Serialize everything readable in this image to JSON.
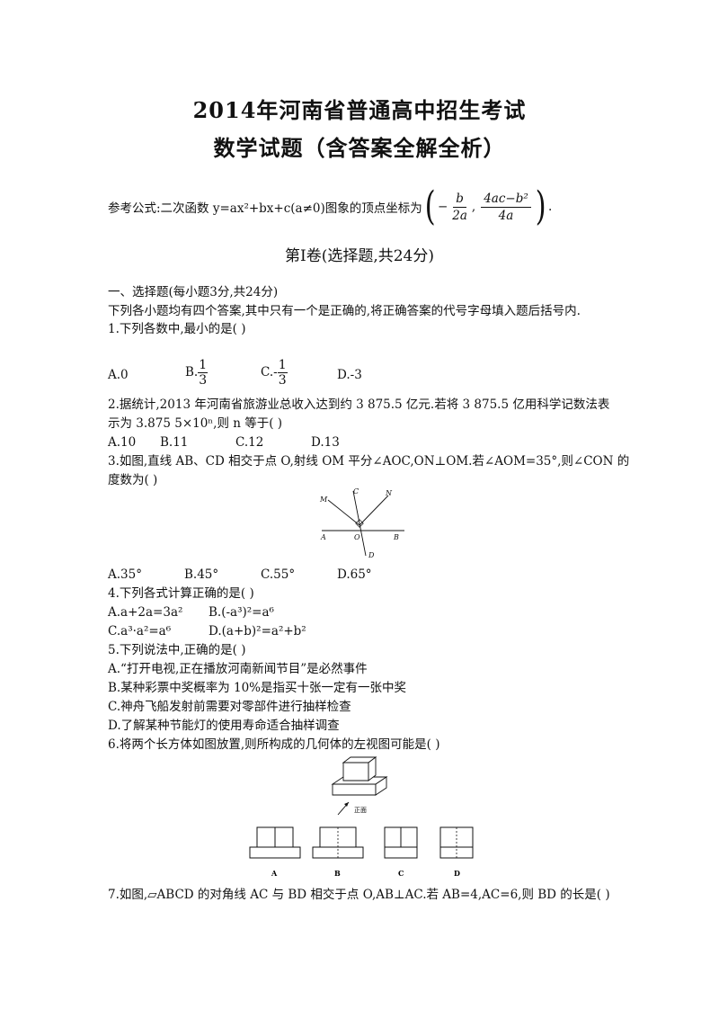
{
  "header": {
    "title_line1": "2014年河南省普通高中招生考试",
    "title_line2": "数学试题（含答案全解全析）"
  },
  "formula": {
    "prefix": "参考公式:二次函数 y=ax²+bx+c(a≠0)图象的顶点坐标为",
    "frac1_sign": "−",
    "frac1_num": "b",
    "frac1_den": "2a",
    "comma": ",",
    "frac2_num": "4ac−b²",
    "frac2_den": "4a",
    "suffix": "."
  },
  "section": {
    "title": "第Ⅰ卷(选择题,共24分)",
    "part": "一、选择题(每小题3分,共24分)",
    "instruction": "下列各小题均有四个答案,其中只有一个是正确的,将正确答案的代号字母填入题后括号内."
  },
  "q1": {
    "stem": "1.下列各数中,最小的是(      )",
    "a": "A.0",
    "b_prefix": "B.",
    "b_num": "1",
    "b_den": "3",
    "c_prefix": "C.-",
    "c_num": "1",
    "c_den": "3",
    "d": "D.-3"
  },
  "q2": {
    "stem1": "2.据统计,2013 年河南省旅游业总收入达到约 3   875.5 亿元.若将 3   875.5 亿用科学记数法表",
    "stem2": "示为 3.875   5×10ⁿ,则 n 等于(      )",
    "a": "A.10",
    "b": "B.11",
    "c": "C.12",
    "d": "D.13"
  },
  "q3": {
    "stem1": "3.如图,直线 AB、CD 相交于点 O,射线 OM 平分∠AOC,ON⊥OM.若∠AOM=35°,则∠CON 的",
    "stem2": "度数为(      )",
    "labels": [
      "M",
      "C",
      "N",
      "A",
      "O",
      "B",
      "D"
    ],
    "a": "A.35°",
    "b": "B.45°",
    "c": "C.55°",
    "d": "D.65°"
  },
  "q4": {
    "stem": "4.下列各式计算正确的是(      )",
    "a": "A.a+2a=3a²",
    "b": "B.(-a³)²=a⁶",
    "c": "C.a³·a²=a⁶",
    "d": "D.(a+b)²=a²+b²"
  },
  "q5": {
    "stem": "5.下列说法中,正确的是(      )",
    "a": "A.“打开电视,正在播放河南新闻节目”是必然事件",
    "b": "B.某种彩票中奖概率为 10%是指买十张一定有一张中奖",
    "c": "C.神舟飞船发射前需要对零部件进行抽样检查",
    "d": "D.了解某种节能灯的使用寿命适合抽样调查"
  },
  "q6": {
    "stem": "6.将两个长方体如图放置,则所构成的几何体的左视图可能是(      )",
    "front_label": "正面",
    "options": [
      "A",
      "B",
      "C",
      "D"
    ]
  },
  "q7": {
    "stem": "7.如图,▱ABCD 的对角线 AC 与 BD 相交于点 O,AB⊥AC.若 AB=4,AC=6,则 BD 的长是(      )"
  }
}
